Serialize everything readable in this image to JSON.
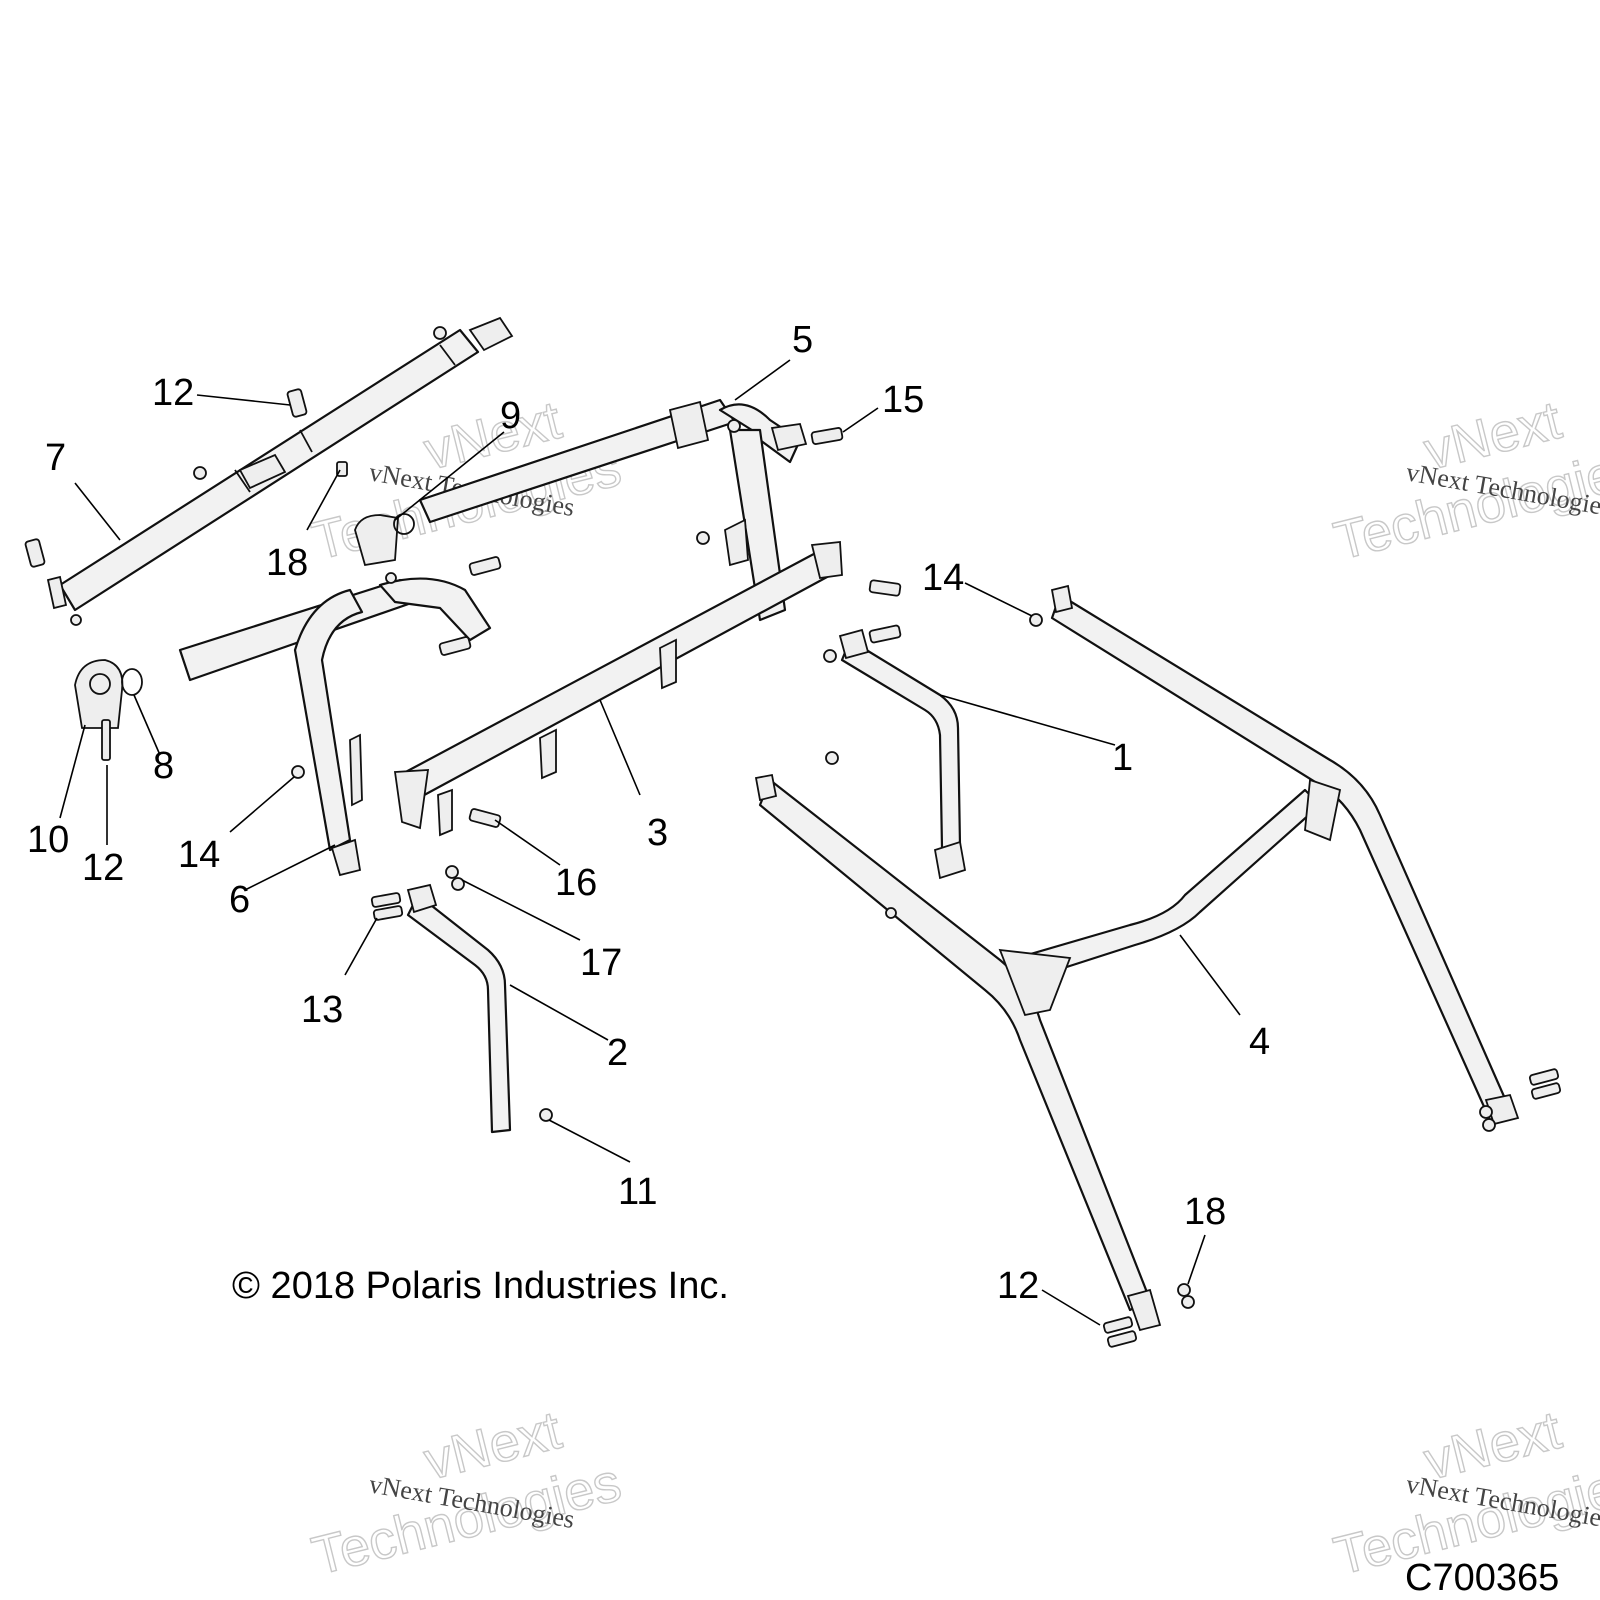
{
  "diagram": {
    "copyright": "© 2018 Polaris Industries Inc.",
    "drawing_code": "C700365",
    "watermark": {
      "line1": "vNext Technologies",
      "line2a": "vNext",
      "line2b": "Technologies"
    },
    "callouts": [
      {
        "id": "c1",
        "label": "1"
      },
      {
        "id": "c2",
        "label": "2"
      },
      {
        "id": "c3",
        "label": "3"
      },
      {
        "id": "c4",
        "label": "4"
      },
      {
        "id": "c5",
        "label": "5"
      },
      {
        "id": "c6",
        "label": "6"
      },
      {
        "id": "c7",
        "label": "7"
      },
      {
        "id": "c8",
        "label": "8"
      },
      {
        "id": "c9",
        "label": "9"
      },
      {
        "id": "c10",
        "label": "10"
      },
      {
        "id": "c11",
        "label": "11"
      },
      {
        "id": "c12a",
        "label": "12"
      },
      {
        "id": "c12b",
        "label": "12"
      },
      {
        "id": "c12c",
        "label": "12"
      },
      {
        "id": "c13",
        "label": "13"
      },
      {
        "id": "c14a",
        "label": "14"
      },
      {
        "id": "c14b",
        "label": "14"
      },
      {
        "id": "c15",
        "label": "15"
      },
      {
        "id": "c16",
        "label": "16"
      },
      {
        "id": "c17",
        "label": "17"
      },
      {
        "id": "c18a",
        "label": "18"
      },
      {
        "id": "c18b",
        "label": "18"
      }
    ]
  }
}
